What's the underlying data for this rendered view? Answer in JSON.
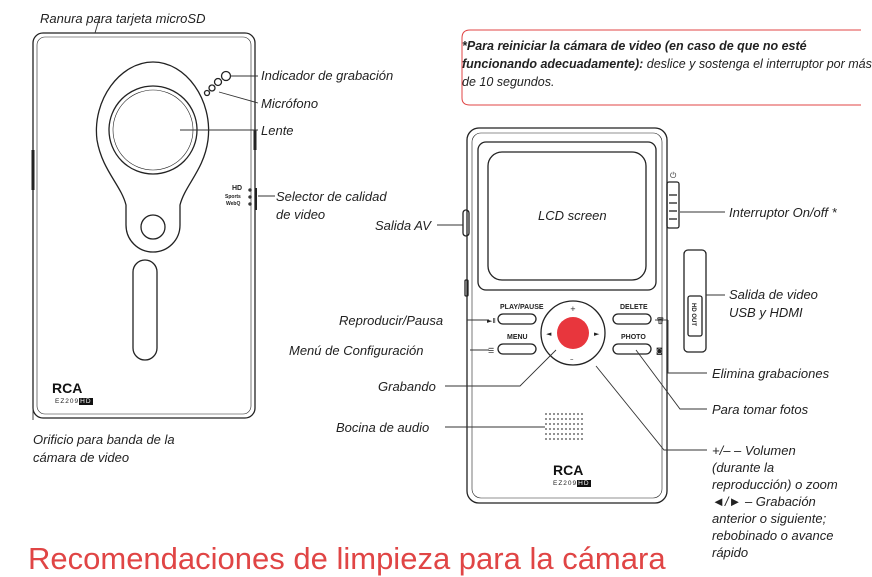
{
  "labels": {
    "microsd": "Ranura para tarjeta microSD",
    "indicator": "Indicador de grabación",
    "mic": "Micrófono",
    "lens": "Lente",
    "quality_1": "Selector de calidad",
    "quality_2": "de video",
    "av_out": "Salida AV",
    "lcd": "LCD screen",
    "onoff": "Interruptor On/off *",
    "usb_1": "Salida de video",
    "usb_2": "USB y HDMI",
    "play": "Reproducir/Pausa",
    "menu_cfg": "Menú de Configuración",
    "record": "Grabando",
    "delete": "Elimina grabaciones",
    "photo": "Para tomar fotos",
    "speaker": "Bocina de audio",
    "strap_1": "Orificio para banda de la",
    "strap_2": "cámara de video",
    "vol_1": "+/– – Volumen",
    "vol_2": "(durante la",
    "vol_3": "reproducción) o zoom",
    "vol_4": "◄/► – Grabación",
    "vol_5": "anterior o siguiente;",
    "vol_6": "rebobinado o avance",
    "vol_7": "rápido"
  },
  "note": {
    "bold": "*Para reiniciar la cámara de video (en caso de que no esté funcionando adecuadamente):",
    "rest": " deslice y sostenga el interruptor por más de 10 segundos."
  },
  "device": {
    "brand": "RCA",
    "model": "EZ209",
    "model_hd": "HD",
    "quality_hd": "HD",
    "quality_sports": "Sports",
    "quality_webq": "WebQ",
    "btn_play": "PLAY/PAUSE",
    "btn_menu": "MENU",
    "btn_delete": "DELETE",
    "btn_photo": "PHOTO",
    "hd_out": "HD OUT"
  },
  "heading": "Recomendaciones de limpieza para la cámara",
  "colors": {
    "accent": "#e04545",
    "record": "#e8363d",
    "line": "#333333"
  }
}
